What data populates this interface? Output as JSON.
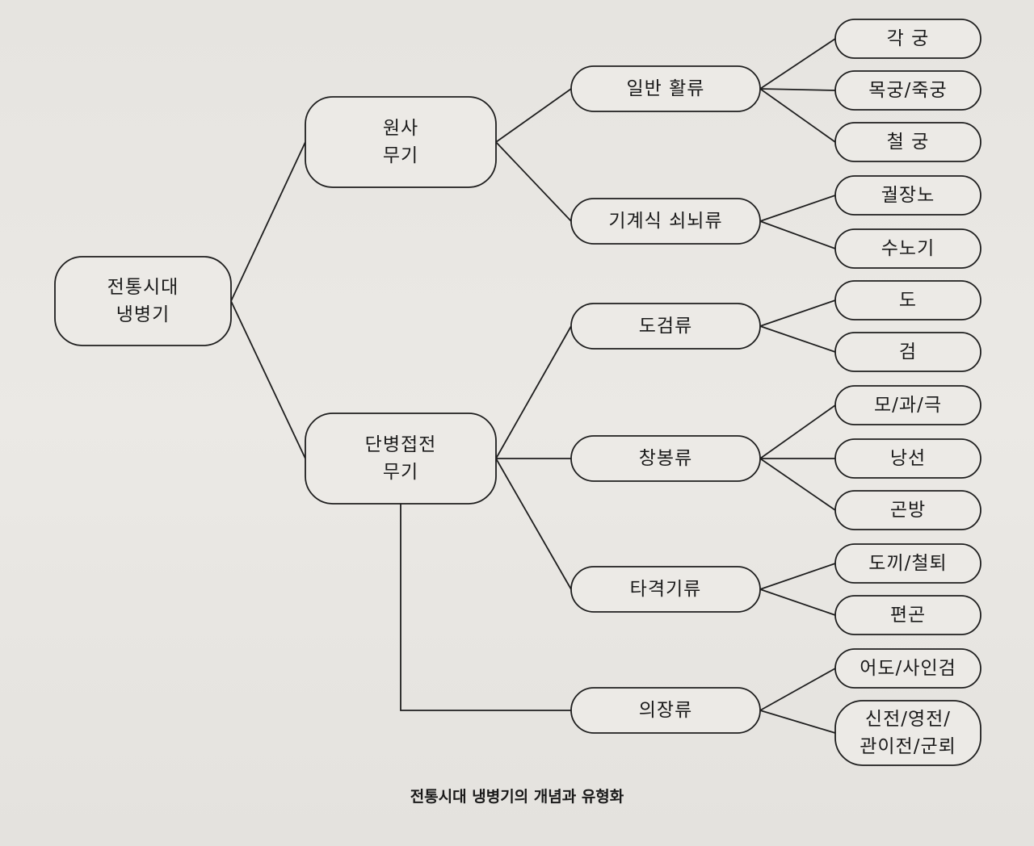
{
  "diagram": {
    "root": {
      "id": "root",
      "lines": [
        "전통시대",
        "냉병기"
      ]
    },
    "level1": [
      {
        "id": "ranged",
        "lines": [
          "원사",
          "무기"
        ]
      },
      {
        "id": "melee",
        "lines": [
          "단병접전",
          "무기"
        ]
      }
    ],
    "level2": [
      {
        "id": "bow",
        "parent": "ranged",
        "lines": [
          "일반 활류"
        ]
      },
      {
        "id": "crossbow",
        "parent": "ranged",
        "lines": [
          "기계식 쇠뇌류"
        ]
      },
      {
        "id": "sword",
        "parent": "melee",
        "lines": [
          "도검류"
        ]
      },
      {
        "id": "spear",
        "parent": "melee",
        "lines": [
          "창봉류"
        ]
      },
      {
        "id": "blunt",
        "parent": "melee",
        "lines": [
          "타격기류"
        ]
      },
      {
        "id": "ceremonial",
        "parent": "melee",
        "lines": [
          "의장류"
        ]
      }
    ],
    "level3": [
      {
        "id": "gakgung",
        "parent": "bow",
        "lines": [
          "각 궁"
        ]
      },
      {
        "id": "mokgung",
        "parent": "bow",
        "lines": [
          "목궁/죽궁"
        ]
      },
      {
        "id": "cheolgung",
        "parent": "bow",
        "lines": [
          "철 궁"
        ]
      },
      {
        "id": "gweoljang",
        "parent": "crossbow",
        "lines": [
          "궐장노"
        ]
      },
      {
        "id": "sunogi",
        "parent": "crossbow",
        "lines": [
          "수노기"
        ]
      },
      {
        "id": "do",
        "parent": "sword",
        "lines": [
          "도"
        ]
      },
      {
        "id": "geom",
        "parent": "sword",
        "lines": [
          "검"
        ]
      },
      {
        "id": "mogwageuk",
        "parent": "spear",
        "lines": [
          "모/과/극"
        ]
      },
      {
        "id": "nangseon",
        "parent": "spear",
        "lines": [
          "낭선"
        ]
      },
      {
        "id": "gonbang",
        "parent": "spear",
        "lines": [
          "곤방"
        ]
      },
      {
        "id": "dokki",
        "parent": "blunt",
        "lines": [
          "도끼/철퇴"
        ]
      },
      {
        "id": "pyeongon",
        "parent": "blunt",
        "lines": [
          "편곤"
        ]
      },
      {
        "id": "eodo",
        "parent": "ceremonial",
        "lines": [
          "어도/사인검"
        ]
      },
      {
        "id": "sinjeon",
        "parent": "ceremonial",
        "lines": [
          "신전/영전/",
          "관이전/군뢰"
        ]
      }
    ]
  },
  "caption": "전통시대 냉병기의 개념과 유형화"
}
